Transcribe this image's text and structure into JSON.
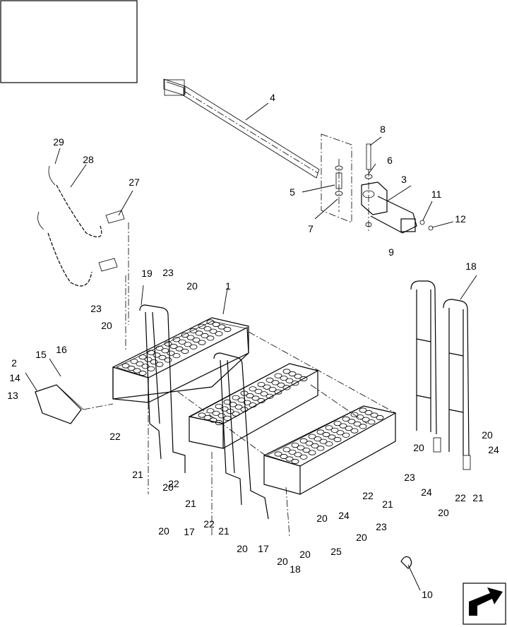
{
  "callouts": [
    {
      "text": "1"
    },
    {
      "text": "2"
    },
    {
      "text": "3"
    },
    {
      "text": "4"
    },
    {
      "text": "5"
    },
    {
      "text": "6"
    },
    {
      "text": "7"
    },
    {
      "text": "8"
    },
    {
      "text": "9"
    },
    {
      "text": "10"
    },
    {
      "text": "11"
    },
    {
      "text": "12"
    },
    {
      "text": "13"
    },
    {
      "text": "14"
    },
    {
      "text": "15"
    },
    {
      "text": "16"
    },
    {
      "text": "17"
    },
    {
      "text": "17"
    },
    {
      "text": "18"
    },
    {
      "text": "18"
    },
    {
      "text": "19"
    },
    {
      "text": "20"
    },
    {
      "text": "20"
    },
    {
      "text": "20"
    },
    {
      "text": "20"
    },
    {
      "text": "20"
    },
    {
      "text": "20"
    },
    {
      "text": "20"
    },
    {
      "text": "20"
    },
    {
      "text": "20"
    },
    {
      "text": "20"
    },
    {
      "text": "20"
    },
    {
      "text": "20"
    },
    {
      "text": "21"
    },
    {
      "text": "21"
    },
    {
      "text": "21"
    },
    {
      "text": "21"
    },
    {
      "text": "21"
    },
    {
      "text": "22"
    },
    {
      "text": "22"
    },
    {
      "text": "22"
    },
    {
      "text": "22"
    },
    {
      "text": "22"
    },
    {
      "text": "23"
    },
    {
      "text": "23"
    },
    {
      "text": "23"
    },
    {
      "text": "23"
    },
    {
      "text": "24"
    },
    {
      "text": "24"
    },
    {
      "text": "24"
    },
    {
      "text": "25"
    },
    {
      "text": "27"
    },
    {
      "text": "28"
    },
    {
      "text": "29"
    }
  ]
}
